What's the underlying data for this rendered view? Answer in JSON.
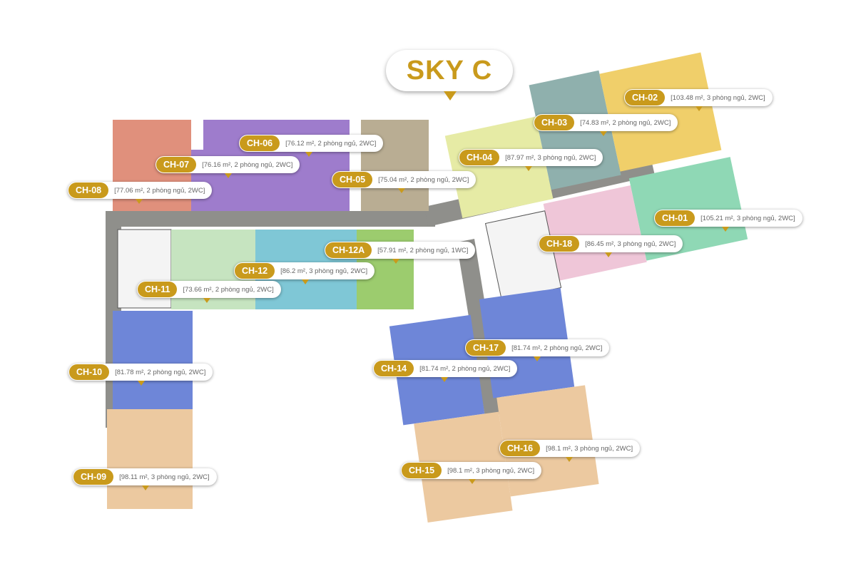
{
  "title": "SKY C",
  "colors": {
    "accent_gold": "#c99a1c",
    "corridor": "#8f8f8b",
    "ch01": "#8fd8b5",
    "ch02": "#f0cf6a",
    "ch03": "#8fb0ad",
    "ch04": "#e6eba5",
    "ch05": "#b9ad93",
    "ch06": "#9e7ccc",
    "ch07": "#9e7ccc",
    "ch08": "#e0907c",
    "ch09": "#ecc9a0",
    "ch10": "#6e86d8",
    "ch11": "#c6e4c0",
    "ch12": "#7fc7d6",
    "ch12a": "#9ccc6e",
    "ch14": "#6e86d8",
    "ch15": "#ecc9a0",
    "ch16": "#ecc9a0",
    "ch17": "#6e86d8",
    "ch18": "#efc6d8"
  },
  "units": [
    {
      "code": "CH-01",
      "area": "105.21",
      "info": "[105.21 m², 3 phòng ngủ, 2WC]",
      "bedrooms": 3,
      "wc": 2
    },
    {
      "code": "CH-02",
      "area": "103.48",
      "info": "[103.48 m², 3 phòng ngủ, 2WC]",
      "bedrooms": 3,
      "wc": 2
    },
    {
      "code": "CH-03",
      "area": "74.83",
      "info": "[74.83 m², 2 phòng ngủ, 2WC]",
      "bedrooms": 2,
      "wc": 2
    },
    {
      "code": "CH-04",
      "area": "87.97",
      "info": "[87.97 m², 3 phòng ngủ, 2WC]",
      "bedrooms": 3,
      "wc": 2
    },
    {
      "code": "CH-05",
      "area": "75.04",
      "info": "[75.04 m², 2 phòng ngủ, 2WC]",
      "bedrooms": 2,
      "wc": 2
    },
    {
      "code": "CH-06",
      "area": "76.12",
      "info": "[76.12 m², 2 phòng ngủ, 2WC]",
      "bedrooms": 2,
      "wc": 2
    },
    {
      "code": "CH-07",
      "area": "76.16",
      "info": "[76.16 m², 2 phòng ngủ, 2WC]",
      "bedrooms": 2,
      "wc": 2
    },
    {
      "code": "CH-08",
      "area": "77.06",
      "info": "[77.06 m², 2 phòng ngủ, 2WC]",
      "bedrooms": 2,
      "wc": 2
    },
    {
      "code": "CH-09",
      "area": "98.11",
      "info": "[98.11 m², 3 phòng ngủ, 2WC]",
      "bedrooms": 3,
      "wc": 2
    },
    {
      "code": "CH-10",
      "area": "81.78",
      "info": "[81.78 m², 2 phòng ngủ, 2WC]",
      "bedrooms": 2,
      "wc": 2
    },
    {
      "code": "CH-11",
      "area": "73.66",
      "info": "[73.66  m², 2 phòng ngủ, 2WC]",
      "bedrooms": 2,
      "wc": 2
    },
    {
      "code": "CH-12",
      "area": "86.2",
      "info": "[86.2 m², 3 phòng ngủ, 2WC]",
      "bedrooms": 3,
      "wc": 2
    },
    {
      "code": "CH-12A",
      "area": "57.91",
      "info": "[57.91 m², 2 phòng ngủ, 1WC]",
      "bedrooms": 2,
      "wc": 1
    },
    {
      "code": "CH-14",
      "area": "81.74",
      "info": "[81.74 m², 2 phòng ngủ, 2WC]",
      "bedrooms": 2,
      "wc": 2
    },
    {
      "code": "CH-15",
      "area": "98.1",
      "info": "[98.1 m², 3 phòng ngủ, 2WC]",
      "bedrooms": 3,
      "wc": 2
    },
    {
      "code": "CH-16",
      "area": "98.1",
      "info": "[98.1 m², 3 phòng ngủ, 2WC]",
      "bedrooms": 3,
      "wc": 2
    },
    {
      "code": "CH-17",
      "area": "81.74",
      "info": "[81.74 m², 2 phòng ngủ, 2WC]",
      "bedrooms": 2,
      "wc": 2
    },
    {
      "code": "CH-18",
      "area": "86.45",
      "info": "[86.45 m², 3 phòng ngủ, 2WC]",
      "bedrooms": 3,
      "wc": 2
    }
  ]
}
